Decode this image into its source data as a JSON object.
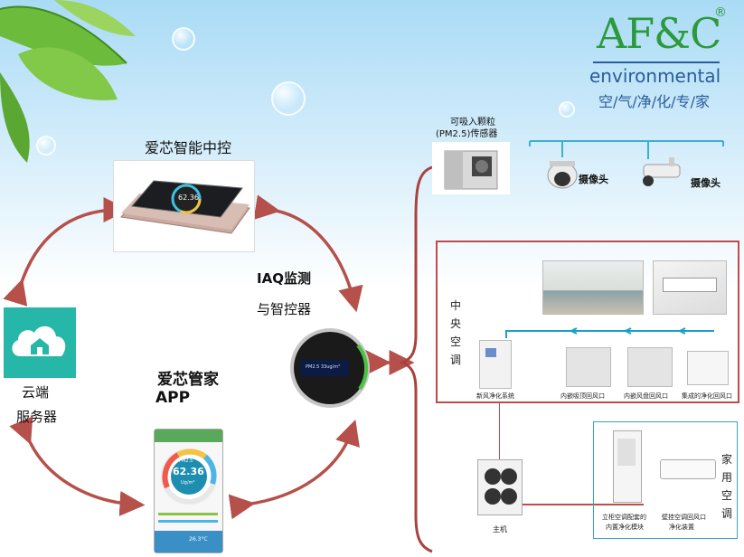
{
  "brand": {
    "name": "AF&C",
    "registered": "®",
    "sub": "environmental",
    "tagline": "空/气/净/化/专/家"
  },
  "nodes": {
    "controller": "爱芯智能中控",
    "controller_screen_value": "62.36",
    "iaq_line1": "IAQ监测",
    "iaq_line2": "与智控器",
    "iaq_screen_text": "PM2.5 33ug/m³",
    "cloud_line1": "云端",
    "cloud_line2": "服务器",
    "app_line1": "爱芯管家",
    "app_line2": "APP",
    "app_screen_value": "62.36",
    "app_screen_label": "PM2.5",
    "app_screen_unit": "Ug/m³",
    "app_bottom_value": "26.3°C"
  },
  "sensor": {
    "label_line1": "可吸入颗粒",
    "label_line2": "(PM2.5)传感器"
  },
  "cameras": {
    "dome_label": "摄像头",
    "bullet_label": "摄像头"
  },
  "central_ac": {
    "side_label": [
      "中",
      "央",
      "空",
      "调"
    ],
    "fresh_air": "新风净化系统",
    "ceiling_return": "内嵌吸顶回风口",
    "duct_return": "内嵌风盘回风口",
    "integrated_return": "集成的净化回风口"
  },
  "home_ac": {
    "side_label": [
      "家",
      "用",
      "空",
      "调"
    ],
    "host": "主机",
    "floor_unit_line1": "立柜空调配套的",
    "floor_unit_line2": "内置净化模块",
    "wall_unit_line1": "壁挂空调回风口",
    "wall_unit_line2": "净化装置"
  },
  "colors": {
    "arrow": "#b5504a",
    "bracket": "#a8433f",
    "brand_green": "#2a9a3c",
    "brand_blue": "#2b5c9c",
    "panel_border": "#c04b4b",
    "pipe": "#1aa0c8"
  }
}
